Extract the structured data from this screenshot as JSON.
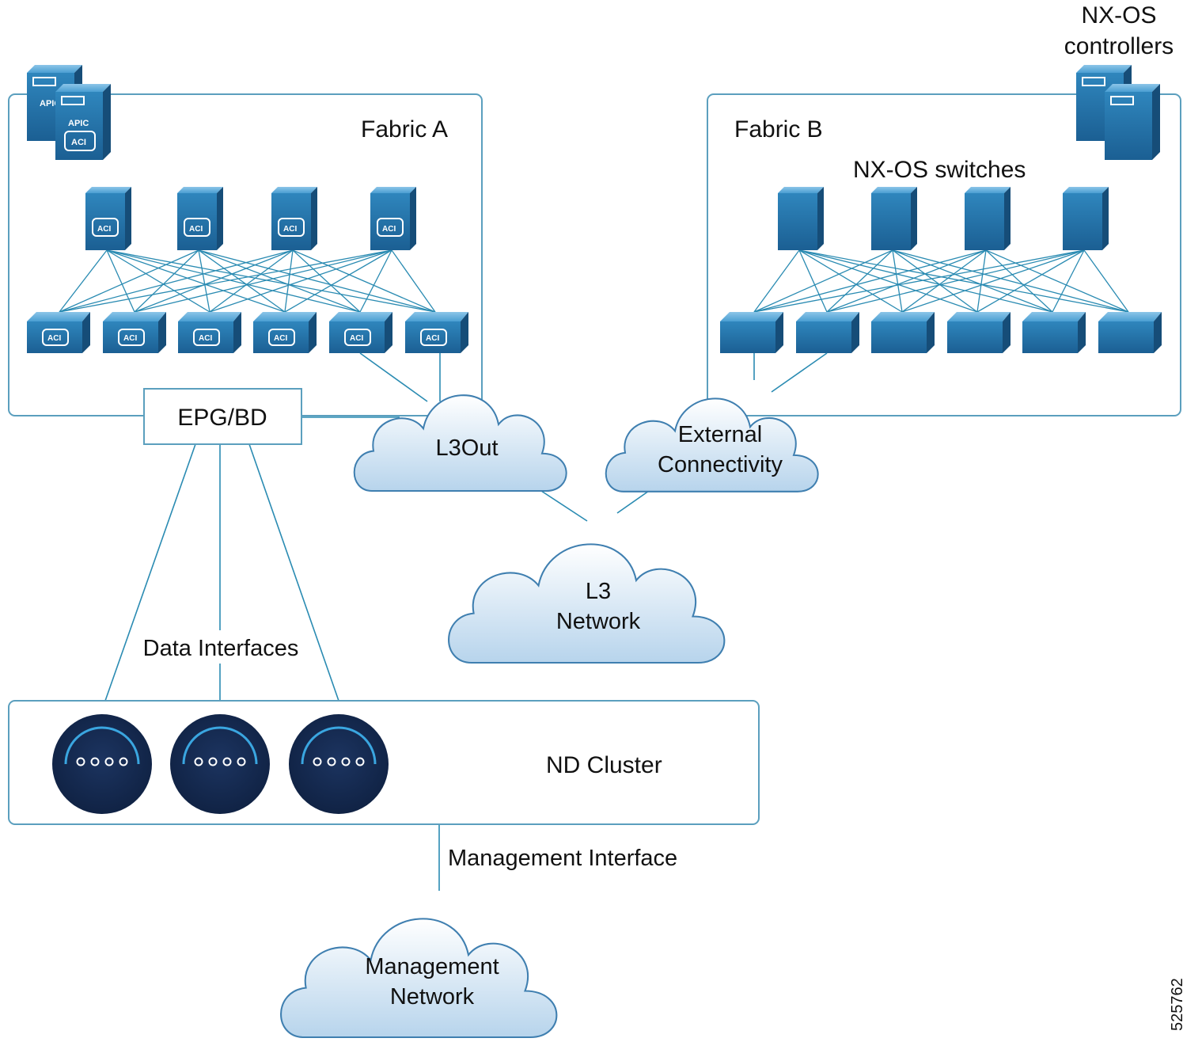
{
  "fabric_a": {
    "title": "Fabric A",
    "device_tag": "ACI",
    "controller_tag": "APIC"
  },
  "fabric_b": {
    "title": "Fabric B",
    "switches_label": "NX-OS switches"
  },
  "nxos_controllers": {
    "line1": "NX-OS",
    "line2": "controllers"
  },
  "epg_bd": {
    "label": "EPG/BD"
  },
  "clouds": {
    "l3out": {
      "line1": "L3Out"
    },
    "external": {
      "line1": "External",
      "line2": "Connectivity"
    },
    "l3_network": {
      "line1": "L3",
      "line2": "Network"
    },
    "management_network": {
      "line1": "Management",
      "line2": "Network"
    }
  },
  "data_interfaces": {
    "label": "Data Interfaces"
  },
  "nd_cluster": {
    "label": "ND Cluster",
    "node_count": 3
  },
  "management_interface": {
    "label": "Management Interface"
  },
  "figure_id": {
    "label": "525762"
  },
  "colors": {
    "device_blue": "#1f6fa5",
    "device_light": "#3e93c8",
    "link_blue": "#2a8bb2",
    "frame_blue": "#5b9fbe",
    "cloud_fill": "#cfe3f3",
    "nd_node_fill": "#14284b",
    "nd_arc": "#3aa6e0"
  }
}
